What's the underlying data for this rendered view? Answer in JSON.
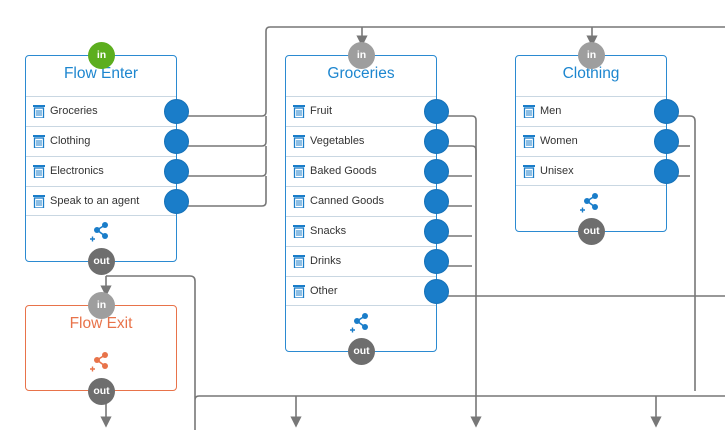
{
  "ports": {
    "in_label": "in",
    "out_label": "out"
  },
  "nodes": {
    "flow_enter": {
      "title": "Flow Enter",
      "rows": [
        "Groceries",
        "Clothing",
        "Electronics",
        "Speak to an agent"
      ]
    },
    "flow_exit": {
      "title": "Flow Exit"
    },
    "groceries": {
      "title": "Groceries",
      "rows": [
        "Fruit",
        "Vegetables",
        "Baked Goods",
        "Canned Goods",
        "Snacks",
        "Drinks",
        "Other"
      ]
    },
    "clothing": {
      "title": "Clothing",
      "rows": [
        "Men",
        "Women",
        "Unisex"
      ]
    }
  },
  "icons": {
    "row_delete": "trash-icon",
    "branch": "share-icon"
  },
  "colors": {
    "node_border": "#2b8ad1",
    "title_blue": "#1d86cf",
    "exit_orange": "#e8734a",
    "port_blue": "#1a7dc9",
    "in_green": "#5cae1e",
    "in_gray": "#9e9e9e",
    "out_gray": "#6e6e6e",
    "wire": "#777777"
  }
}
